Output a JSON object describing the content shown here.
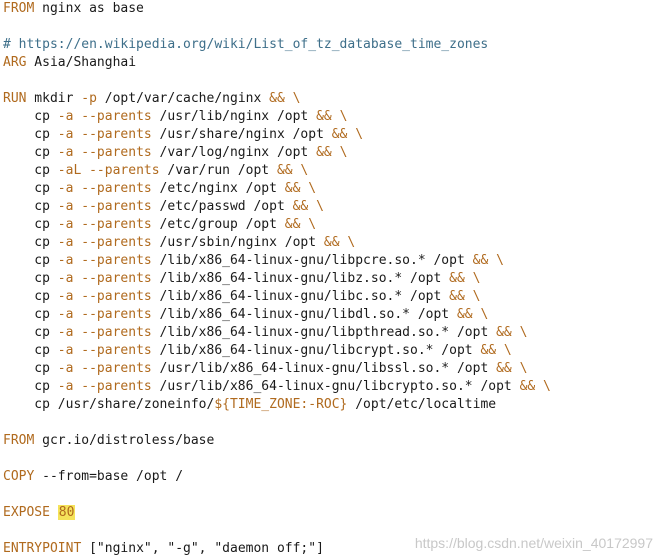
{
  "dockerfile": {
    "from_base": {
      "kw": "FROM",
      "text": " nginx as base"
    },
    "comment": "# https://en.wikipedia.org/wiki/List_of_tz_database_time_zones",
    "arg": {
      "kw": "ARG",
      "text": " Asia/Shanghai"
    },
    "run": {
      "kw": "RUN",
      "text": " mkdir ",
      "flag": "-p",
      "rest": " /opt/var/cache/nginx ",
      "op": "&&",
      "cont": " \\"
    },
    "cp_lines": [
      {
        "cmd": "    cp ",
        "flag": "-a --parents",
        "path": " /usr/lib/nginx /opt ",
        "op": "&&",
        "cont": " \\"
      },
      {
        "cmd": "    cp ",
        "flag": "-a --parents",
        "path": " /usr/share/nginx /opt ",
        "op": "&&",
        "cont": " \\"
      },
      {
        "cmd": "    cp ",
        "flag": "-a --parents",
        "path": " /var/log/nginx /opt ",
        "op": "&&",
        "cont": " \\"
      },
      {
        "cmd": "    cp ",
        "flag": "-aL --parents",
        "path": " /var/run /opt ",
        "op": "&&",
        "cont": " \\"
      },
      {
        "cmd": "    cp ",
        "flag": "-a --parents",
        "path": " /etc/nginx /opt ",
        "op": "&&",
        "cont": " \\"
      },
      {
        "cmd": "    cp ",
        "flag": "-a --parents",
        "path": " /etc/passwd /opt ",
        "op": "&&",
        "cont": " \\"
      },
      {
        "cmd": "    cp ",
        "flag": "-a --parents",
        "path": " /etc/group /opt ",
        "op": "&&",
        "cont": " \\"
      },
      {
        "cmd": "    cp ",
        "flag": "-a --parents",
        "path": " /usr/sbin/nginx /opt ",
        "op": "&&",
        "cont": " \\"
      },
      {
        "cmd": "    cp ",
        "flag": "-a --parents",
        "path": " /lib/x86_64-linux-gnu/libpcre.so.* /opt ",
        "op": "&&",
        "cont": " \\"
      },
      {
        "cmd": "    cp ",
        "flag": "-a --parents",
        "path": " /lib/x86_64-linux-gnu/libz.so.* /opt ",
        "op": "&&",
        "cont": " \\"
      },
      {
        "cmd": "    cp ",
        "flag": "-a --parents",
        "path": " /lib/x86_64-linux-gnu/libc.so.* /opt ",
        "op": "&&",
        "cont": " \\"
      },
      {
        "cmd": "    cp ",
        "flag": "-a --parents",
        "path": " /lib/x86_64-linux-gnu/libdl.so.* /opt ",
        "op": "&&",
        "cont": " \\"
      },
      {
        "cmd": "    cp ",
        "flag": "-a --parents",
        "path": " /lib/x86_64-linux-gnu/libpthread.so.* /opt ",
        "op": "&&",
        "cont": " \\"
      },
      {
        "cmd": "    cp ",
        "flag": "-a --parents",
        "path": " /lib/x86_64-linux-gnu/libcrypt.so.* /opt ",
        "op": "&&",
        "cont": " \\"
      },
      {
        "cmd": "    cp ",
        "flag": "-a --parents",
        "path": " /usr/lib/x86_64-linux-gnu/libssl.so.* /opt ",
        "op": "&&",
        "cont": " \\"
      },
      {
        "cmd": "    cp ",
        "flag": "-a --parents",
        "path": " /usr/lib/x86_64-linux-gnu/libcrypto.so.* /opt ",
        "op": "&&",
        "cont": " \\"
      }
    ],
    "cp_tz": {
      "cmd": "    cp /usr/share/zoneinfo/",
      "var": "${TIME_ZONE:-ROC}",
      "rest": " /opt/etc/localtime"
    },
    "from_distroless": {
      "kw": "FROM",
      "text": " gcr.io/distroless/base"
    },
    "copy": {
      "kw": "COPY",
      "text": " --from=base /opt /"
    },
    "expose": {
      "kw": "EXPOSE",
      "port": "80"
    },
    "entrypoint": {
      "kw": "ENTRYPOINT",
      "text": " [\"nginx\", \"-g\", \"daemon off;\"]"
    }
  },
  "watermark": "https://blog.csdn.net/weixin_40172997",
  "colors": {
    "keyword": "#b06a1e",
    "comment": "#3e6f8a",
    "highlight": "#f5e35a"
  }
}
